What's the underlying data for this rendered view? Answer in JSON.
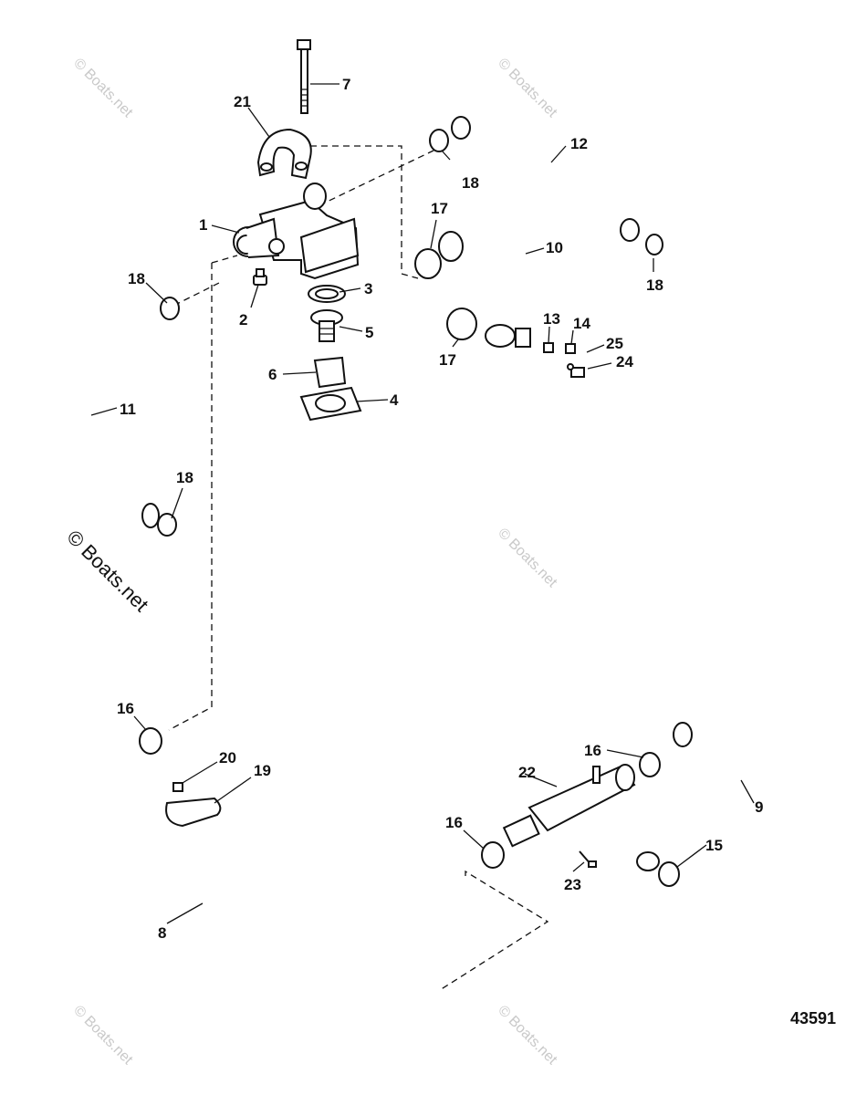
{
  "diagram": {
    "reference_number": "43591",
    "watermark_text": "© Boats.net",
    "callouts": {
      "c1": "1",
      "c2": "2",
      "c3": "3",
      "c4": "4",
      "c5": "5",
      "c6": "6",
      "c7": "7",
      "c8": "8",
      "c9": "9",
      "c10": "10",
      "c11": "11",
      "c12": "12",
      "c13": "13",
      "c14": "14",
      "c15": "15",
      "c16a": "16",
      "c16b": "16",
      "c16c": "16",
      "c17a": "17",
      "c17b": "17",
      "c18a": "18",
      "c18b": "18",
      "c18c": "18",
      "c18d": "18",
      "c19": "19",
      "c20": "20",
      "c21": "21",
      "c22": "22",
      "c23": "23",
      "c24": "24",
      "c25": "25"
    }
  }
}
